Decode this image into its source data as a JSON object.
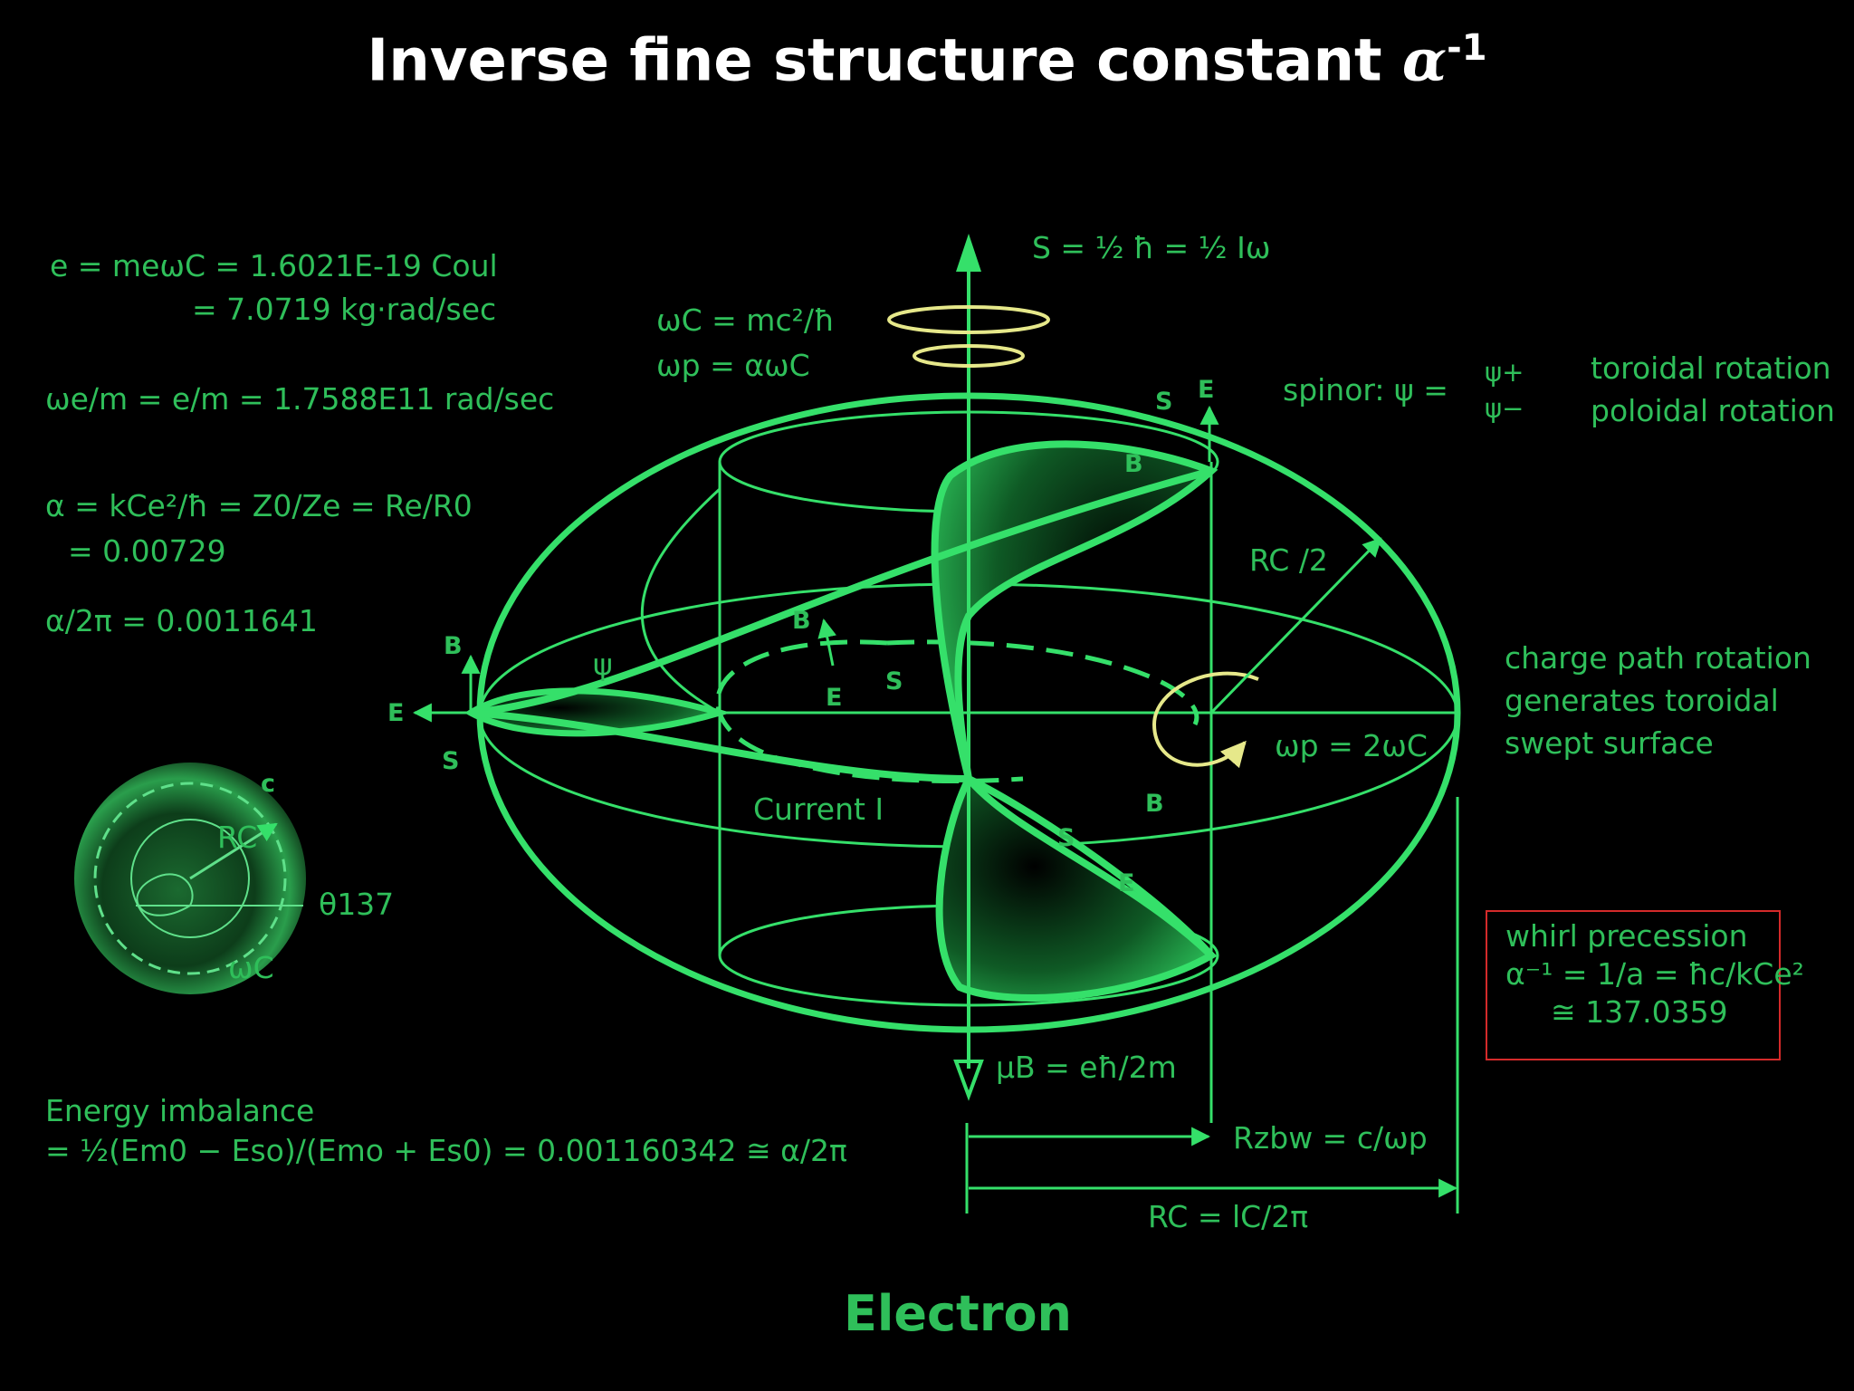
{
  "title": {
    "text": "Inverse fine structure constant ",
    "symbol": "α",
    "exponent": "-1"
  },
  "footer": "Electron",
  "left_equations": {
    "e_line1": "e = meωC = 1.6021E-19 Coul",
    "e_line2": "= 7.0719 kg·rad/sec",
    "omega_em": "ωe/m = e/m = 1.7588E11 rad/sec",
    "alpha_def": "α = kCe²/ħ = Z0/Ze = Re/R0",
    "alpha_val": "= 0.00729",
    "alpha_2pi": "α/2π = 0.0011641"
  },
  "energy": {
    "line1": "Energy imbalance",
    "line2": "= ½(Em0 − Eso)/(Emo + Es0) = 0.001160342 ≅ α/2π"
  },
  "top_labels": {
    "spin": "S = ½ ħ = ½ Iω",
    "omega_c": "ωC = mc²/ħ",
    "omega_p": "ωp = αωC"
  },
  "spinor": {
    "prefix": "spinor:  ψ = ",
    "plus": "ψ+",
    "minus": "ψ−",
    "toroidal": "toroidal rotation",
    "poloidal": "poloidal rotation"
  },
  "charge_path": [
    "charge path rotation",
    "generates toroidal",
    "swept surface"
  ],
  "whirl": {
    "line1": "whirl precession",
    "line2": "α⁻¹ = 1/a = ħc/kCe²",
    "line3": "≅ 137.0359"
  },
  "diagram_labels": {
    "rc_half": "RC /2",
    "omega_p2": "ωp = 2ωC",
    "current": "Current  I",
    "psi": "ψ",
    "mu_b": "μB = eħ/2m",
    "r_zbw": "Rzbw =  c/ωp",
    "r_c": "RC = lC/2π",
    "E": "E",
    "B": "B",
    "S": "S"
  },
  "inset": {
    "c": "c",
    "rc": "RC",
    "theta": "θ137",
    "omega": "ωC"
  },
  "colors": {
    "green": "#2fbf5a",
    "bright": "#35e06a",
    "yellow": "#e6e88a",
    "box": "#d42a2a"
  }
}
